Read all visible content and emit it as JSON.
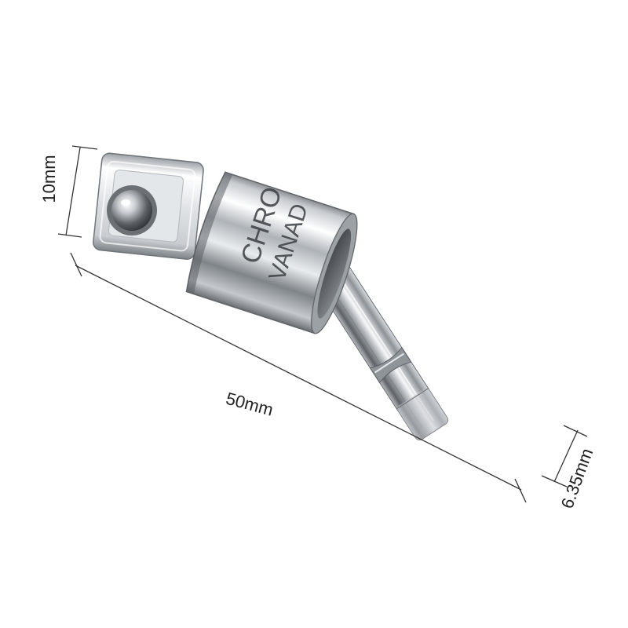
{
  "product": {
    "engraving": {
      "line1": "CHRO",
      "line2": "VANAD"
    }
  },
  "dimensions": {
    "square_drive": "10mm",
    "overall_length": "50mm",
    "hex_shank": "6.35mm"
  },
  "colors": {
    "background": "#ffffff",
    "metal_dark": "#4a4d52",
    "metal_mid": "#9ea3a8",
    "metal_light": "#f4f6f8",
    "dimension_lines": "#333333"
  }
}
